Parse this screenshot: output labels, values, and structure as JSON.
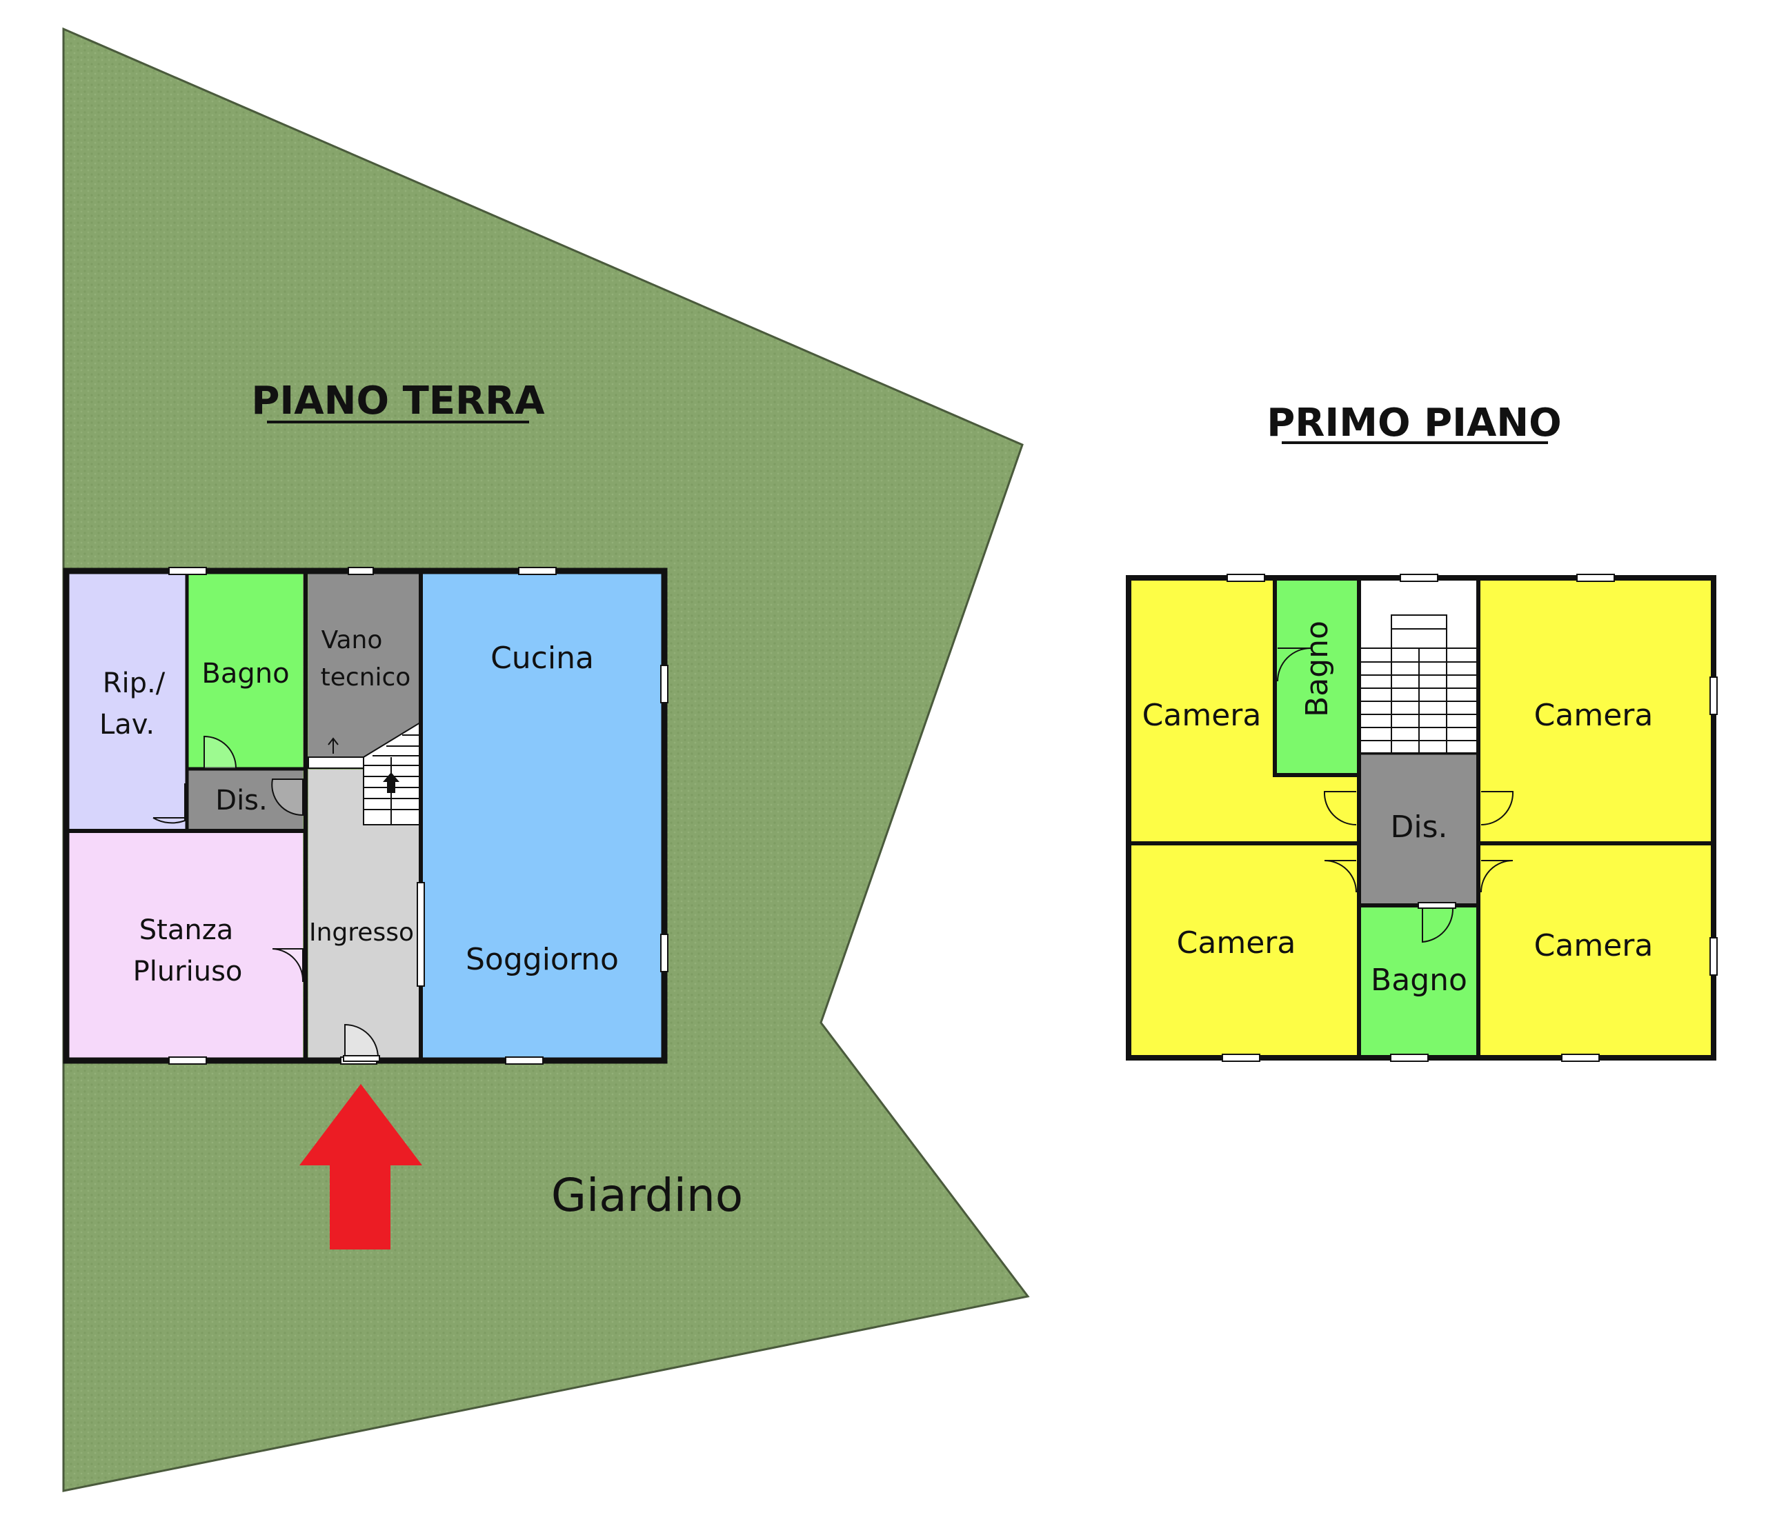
{
  "colors": {
    "garden": "#87a56c",
    "wall": "#111111",
    "lilac": "#d7d5fc",
    "green": "#7cf96b",
    "gray": "#8f8f8f",
    "lightgray": "#d3d3d3",
    "blue": "#89c8fc",
    "pink": "#f6d9fa",
    "yellow": "#fdfd46",
    "arrow": "#ec1c24"
  },
  "ground_floor": {
    "title": "PIANO TERRA",
    "garden_label": "Giardino",
    "rooms": {
      "rip_lav": [
        "Rip./",
        "Lav."
      ],
      "bagno": "Bagno",
      "dis": "Dis.",
      "vano_tecnico": [
        "Vano",
        "tecnico"
      ],
      "cucina": "Cucina",
      "soggiorno": "Soggiorno",
      "stanza_pluriuso": [
        "Stanza",
        "Pluriuso"
      ],
      "ingresso": "Ingresso"
    }
  },
  "first_floor": {
    "title": "PRIMO PIANO",
    "rooms": {
      "camera_nw": "Camera",
      "bagno_n": "Bagno",
      "camera_ne": "Camera",
      "dis": "Dis.",
      "camera_sw": "Camera",
      "bagno_s": "Bagno",
      "camera_se": "Camera"
    }
  }
}
